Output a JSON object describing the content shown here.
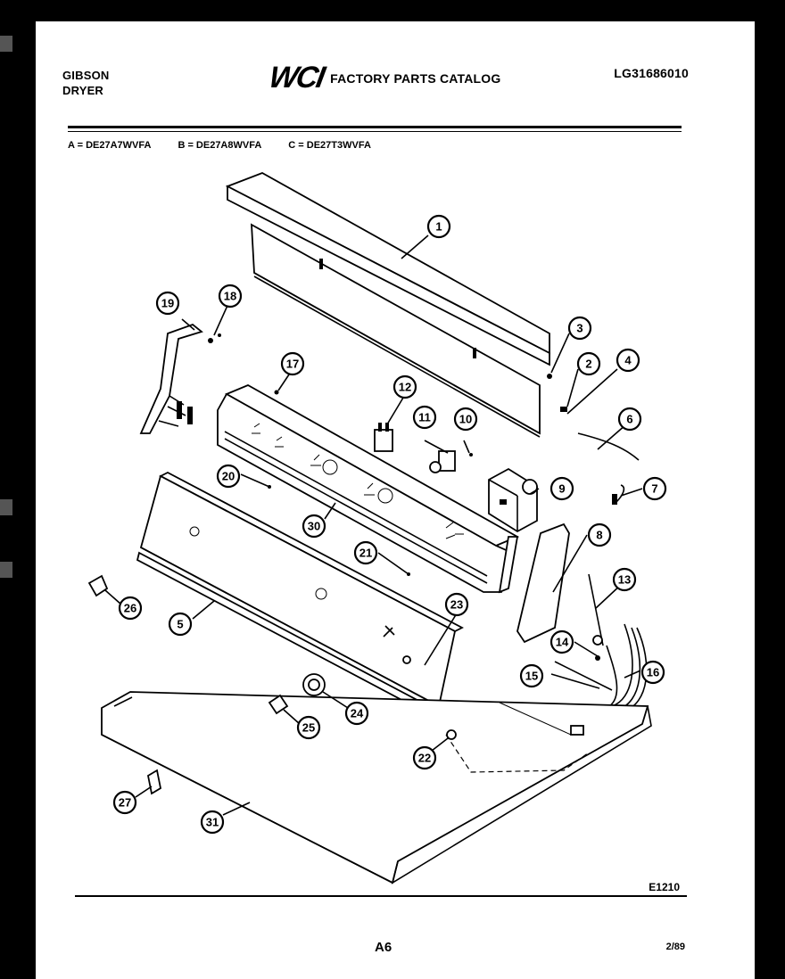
{
  "header": {
    "brand": "GIBSON",
    "product": "DRYER",
    "logo": "WCI",
    "catalog_title": "FACTORY PARTS CATALOG",
    "document_number": "LG31686010"
  },
  "models": [
    "A = DE27A7WVFA",
    "B = DE27A8WVFA",
    "C = DE27T3WVFA"
  ],
  "callouts": [
    "1",
    "2",
    "3",
    "4",
    "5",
    "6",
    "7",
    "8",
    "9",
    "10",
    "11",
    "12",
    "13",
    "14",
    "15",
    "16",
    "17",
    "18",
    "19",
    "20",
    "21",
    "22",
    "23",
    "24",
    "25",
    "26",
    "27",
    "30",
    "31"
  ],
  "footer": {
    "figure_id": "E1210",
    "page": "A6",
    "date": "2/89"
  }
}
